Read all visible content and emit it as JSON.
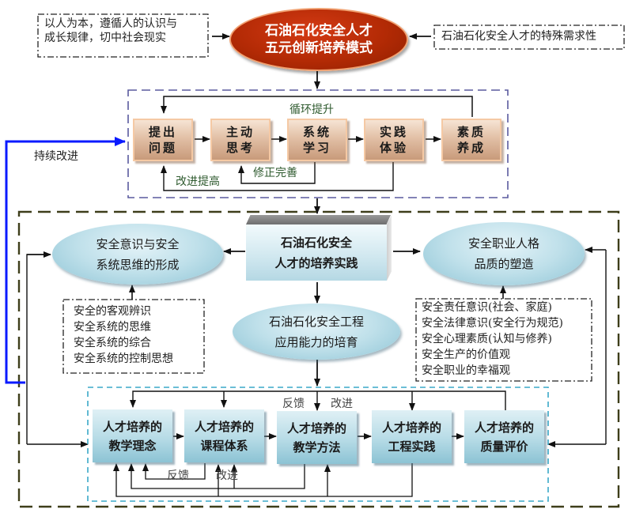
{
  "title": "石油石化安全人才\n五元创新培养模式",
  "left_note": "以人为本，遵循人的认识与\n成长规律，切中社会现实",
  "right_note": "石油石化安全人才的特殊需求性",
  "cycle": {
    "steps": [
      {
        "label": "提出\n问题"
      },
      {
        "label": "主动\n思考"
      },
      {
        "label": "系统\n学习"
      },
      {
        "label": "实践\n体验"
      },
      {
        "label": "素质\n养成"
      }
    ],
    "loop_label": "循环提升",
    "improve_label": "改进提高",
    "refine_label": "修正完善"
  },
  "continuous_label": "持续改进",
  "practice": {
    "center": "石油石化安全\n人才的培养实践",
    "left_ellipse": "安全意识与安全\n系统思维的形成",
    "right_ellipse": "安全职业人格\n品质的塑造",
    "mid_ellipse": "石油石化安全工程\n应用能力的培育",
    "left_list": [
      "安全的客观辨识",
      "安全系统的思维",
      "安全系统的综合",
      "安全系统的控制思想"
    ],
    "right_list": [
      "安全责任意识(社会、家庭)",
      "安全法律意识(安全行为规范)",
      "安全心理素质(认知与修养)",
      "安全生产的价值观",
      "安全职业的幸福观"
    ]
  },
  "training": {
    "boxes": [
      {
        "label": "人才培养的\n教学理念"
      },
      {
        "label": "人才培养的\n课程体系"
      },
      {
        "label": "人才培养的\n教学方法"
      },
      {
        "label": "人才培养的\n工程实践"
      },
      {
        "label": "人才培养的\n质量评价"
      }
    ],
    "top_feedback": "反馈",
    "top_improve": "改进",
    "bottom_feedback": "反馈",
    "bottom_improve": "改进"
  }
}
